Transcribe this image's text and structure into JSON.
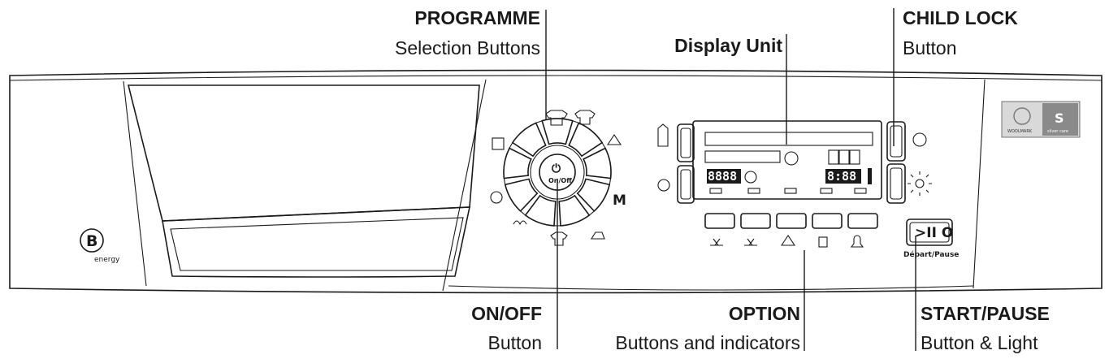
{
  "callouts": {
    "programme": {
      "title": "PROGRAMME",
      "subtitle": "Selection Buttons"
    },
    "display": {
      "title": "Display Unit"
    },
    "child_lock": {
      "title": "CHILD LOCK",
      "subtitle": "Button"
    },
    "on_off": {
      "title": "ON/OFF",
      "subtitle": "Button"
    },
    "option": {
      "title": "OPTION",
      "subtitle": "Buttons and indicators"
    },
    "start_pause": {
      "title": "START/PAUSE",
      "subtitle": "Button & Light"
    }
  },
  "panel": {
    "energy_badge": {
      "letter": "B",
      "text": "energy"
    },
    "dial_center": {
      "power_symbol": "⏻",
      "text": "On/Off"
    },
    "dial_m_label": "M",
    "display_digits_left": "8888",
    "display_digits_right": "8:88",
    "start_button": {
      "symbol": ">II O",
      "text": "Départ/Pause"
    },
    "logos": {
      "woolmark": "WOOLMARK",
      "silver": "silver care"
    }
  }
}
